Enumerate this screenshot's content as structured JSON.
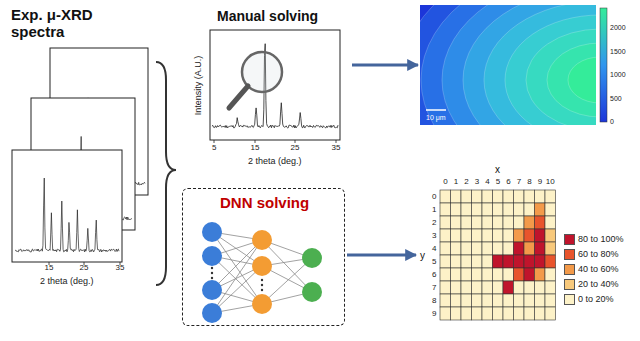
{
  "diagram": {
    "nodes": [
      {
        "text": [
          "Exp. μ-XRD spectra"
        ]
      },
      {
        "text": [
          "Manual solving"
        ]
      },
      {
        "text": [
          "10 μm"
        ]
      },
      {
        "text": [
          "DNN solving"
        ]
      },
      {
        "text": [
          "x",
          "y"
        ]
      }
    ],
    "edges": [
      {
        "from": 1,
        "to": 2,
        "arrow": "to"
      },
      {
        "from": 3,
        "to": 4,
        "arrow": "to"
      }
    ],
    "labels": [
      "15",
      "25",
      "35",
      "2 theta (deg.)",
      "Intensity (A.U.)",
      "5",
      "15",
      "25",
      "35",
      "2 theta (deg.)",
      "2000",
      "1500",
      "1000",
      "500",
      "0",
      "0",
      "1",
      "2",
      "3",
      "4",
      "5",
      "6",
      "7",
      "8",
      "9",
      "10",
      "0",
      "1",
      "2",
      "3",
      "4",
      "5",
      "6",
      "7",
      "8",
      "9"
    ],
    "legend": [
      {
        "text": "80 to 100%",
        "color": "#c0142c"
      },
      {
        "text": "60 to 80%",
        "color": "#e8542c"
      },
      {
        "text": "40 to 60%",
        "color": "#f39a4a"
      },
      {
        "text": "20 to 40%",
        "color": "#f8c97c"
      },
      {
        "text": "0 to 20%",
        "color": "#fdf2c8"
      }
    ]
  }
}
